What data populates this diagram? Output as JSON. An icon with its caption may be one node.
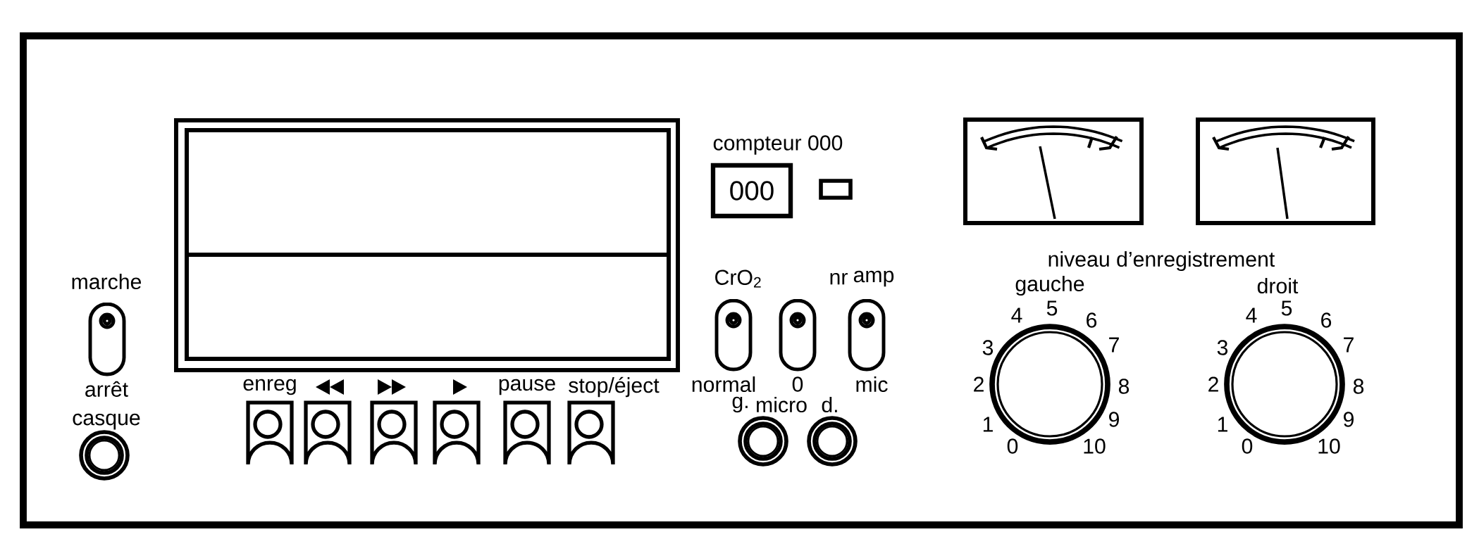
{
  "diagram": {
    "nodes": [
      {
        "text": [
          "000"
        ]
      }
    ],
    "labels": [
      "compteur 000",
      "niveau d’enregistrement",
      "marche",
      "CrO$_{2}$",
      "nr",
      "amp",
      "gauche",
      "droit",
      "4",
      "5",
      "6",
      "3",
      "7",
      "2",
      "8",
      "1",
      "9",
      "0",
      "10",
      "4",
      "5",
      "6",
      "3",
      "7",
      "2",
      "8",
      "1",
      "9",
      "0",
      "10",
      "enreg",
      "pause",
      "stop/éject",
      "normal",
      "0",
      "mic",
      "arrêt casque",
      "g.",
      "micro",
      "d."
    ]
  }
}
